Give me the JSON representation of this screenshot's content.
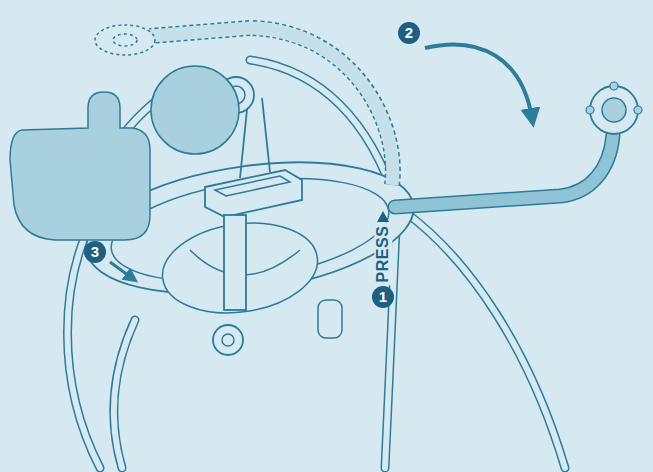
{
  "diagram": {
    "labels": [
      "2",
      "3",
      "PRESS",
      "1"
    ]
  }
}
